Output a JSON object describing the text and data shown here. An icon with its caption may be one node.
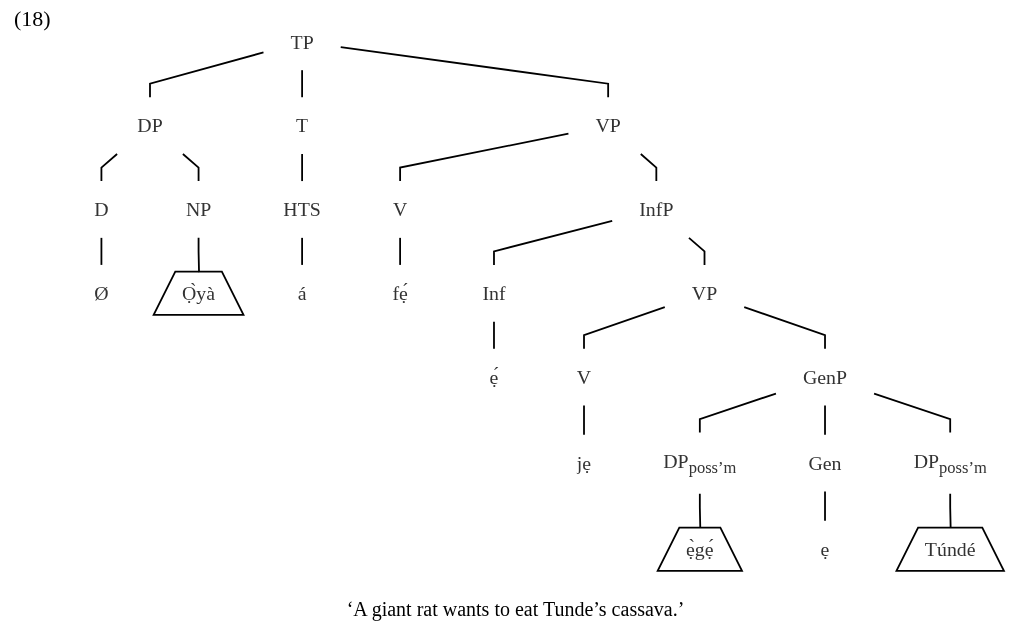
{
  "diagram": {
    "title": "(18)",
    "caption": "‘A giant rat wants to eat Tunde’s cassava.’",
    "nodes": [
      {
        "text": [
          "TP"
        ]
      },
      {
        "text": [
          "DP"
        ]
      },
      {
        "text": [
          "D"
        ]
      },
      {
        "text": [
          "NP"
        ]
      },
      {
        "text": [
          "T"
        ]
      },
      {
        "text": [
          "VP"
        ]
      },
      {
        "text": [
          "Ø"
        ]
      },
      {
        "text": [
          "Ọ̀yà"
        ]
      },
      {
        "text": [
          "HTS"
        ]
      },
      {
        "text": [
          "V"
        ]
      },
      {
        "text": [
          "InfP"
        ]
      },
      {
        "text": [
          "á"
        ]
      },
      {
        "text": [
          "fẹ́"
        ]
      },
      {
        "text": [
          "Inf"
        ]
      },
      {
        "text": [
          "VP"
        ]
      },
      {
        "text": [
          "ẹ́"
        ]
      },
      {
        "text": [
          "V"
        ]
      },
      {
        "text": [
          "GenP"
        ]
      },
      {
        "text": [
          "jẹ"
        ]
      },
      {
        "text": [
          "DP$_{poss’m}$"
        ]
      },
      {
        "text": [
          "Gen"
        ]
      },
      {
        "text": [
          "DP$_{poss’m}$"
        ]
      },
      {
        "text": [
          "ẹ̀gẹ́"
        ]
      },
      {
        "text": [
          "ẹ"
        ]
      },
      {
        "text": [
          "Túndé"
        ]
      }
    ],
    "edges": [
      {
        "from": 0,
        "to": 1,
        "arrow": "none"
      },
      {
        "from": 0,
        "to": 4,
        "arrow": "none"
      },
      {
        "from": 0,
        "to": 5,
        "arrow": "none"
      },
      {
        "from": 1,
        "to": 2,
        "arrow": "none"
      },
      {
        "from": 1,
        "to": 3,
        "arrow": "none"
      },
      {
        "from": 2,
        "to": 6,
        "arrow": "none"
      },
      {
        "from": 3,
        "to": 7,
        "arrow": "none"
      },
      {
        "from": 4,
        "to": 8,
        "arrow": "none"
      },
      {
        "from": 5,
        "to": 9,
        "arrow": "none"
      },
      {
        "from": 5,
        "to": 10,
        "arrow": "none"
      },
      {
        "from": 8,
        "to": 11,
        "arrow": "none"
      },
      {
        "from": 9,
        "to": 12,
        "arrow": "none"
      },
      {
        "from": 10,
        "to": 13,
        "arrow": "none"
      },
      {
        "from": 10,
        "to": 14,
        "arrow": "none"
      },
      {
        "from": 13,
        "to": 15,
        "arrow": "none"
      },
      {
        "from": 14,
        "to": 16,
        "arrow": "none"
      },
      {
        "from": 14,
        "to": 17,
        "arrow": "none"
      },
      {
        "from": 16,
        "to": 18,
        "arrow": "none"
      },
      {
        "from": 17,
        "to": 19,
        "arrow": "none"
      },
      {
        "from": 17,
        "to": 20,
        "arrow": "none"
      },
      {
        "from": 17,
        "to": 21,
        "arrow": "none"
      },
      {
        "from": 19,
        "to": 22,
        "arrow": "none"
      },
      {
        "from": 20,
        "to": 23,
        "arrow": "none"
      },
      {
        "from": 21,
        "to": 24,
        "arrow": "none"
      }
    ]
  }
}
